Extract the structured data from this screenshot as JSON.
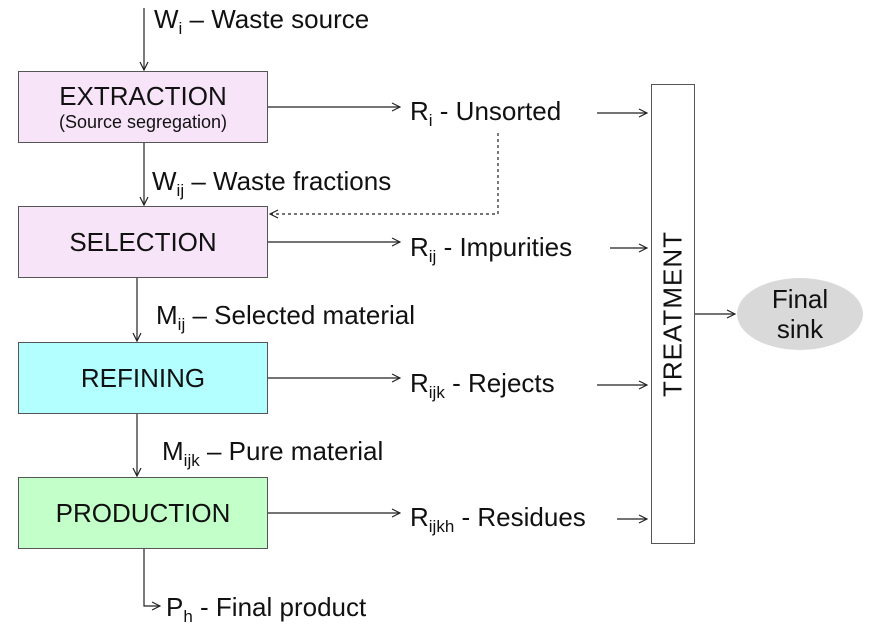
{
  "colors": {
    "extraction_fill": "#f8e4f8",
    "selection_fill": "#f8e4f8",
    "refining_fill": "#b3ffff",
    "production_fill": "#c3ffc9",
    "sink_fill": "#d9d9d9",
    "line": "#222222"
  },
  "boxes": {
    "extraction": {
      "title": "EXTRACTION",
      "subtitle": "(Source segregation)"
    },
    "selection": {
      "title": "SELECTION"
    },
    "refining": {
      "title": "REFINING"
    },
    "production": {
      "title": "PRODUCTION"
    }
  },
  "flows": {
    "waste_source": {
      "symbol": "W",
      "sub": "i",
      "text": " – Waste source"
    },
    "waste_fractions": {
      "symbol": "W",
      "sub": "ij",
      "text": " – Waste fractions"
    },
    "selected_material": {
      "symbol": "M",
      "sub": "ij",
      "text": " – Selected material"
    },
    "pure_material": {
      "symbol": "M",
      "sub": "ijk",
      "text": " – Pure material"
    },
    "final_product": {
      "symbol": "P",
      "sub": "h",
      "text": " - Final product"
    }
  },
  "rejects": {
    "unsorted": {
      "symbol": "R",
      "sub": "i",
      "text": " - Unsorted"
    },
    "impurities": {
      "symbol": "R",
      "sub": "ij",
      "text": " - Impurities"
    },
    "rejects": {
      "symbol": "R",
      "sub": "ijk",
      "text": " - Rejects"
    },
    "residues": {
      "symbol": "R",
      "sub": "ijkh",
      "text": " - Residues"
    }
  },
  "treatment": {
    "label": "TREATMENT"
  },
  "sink": {
    "line1": "Final",
    "line2": "sink"
  }
}
